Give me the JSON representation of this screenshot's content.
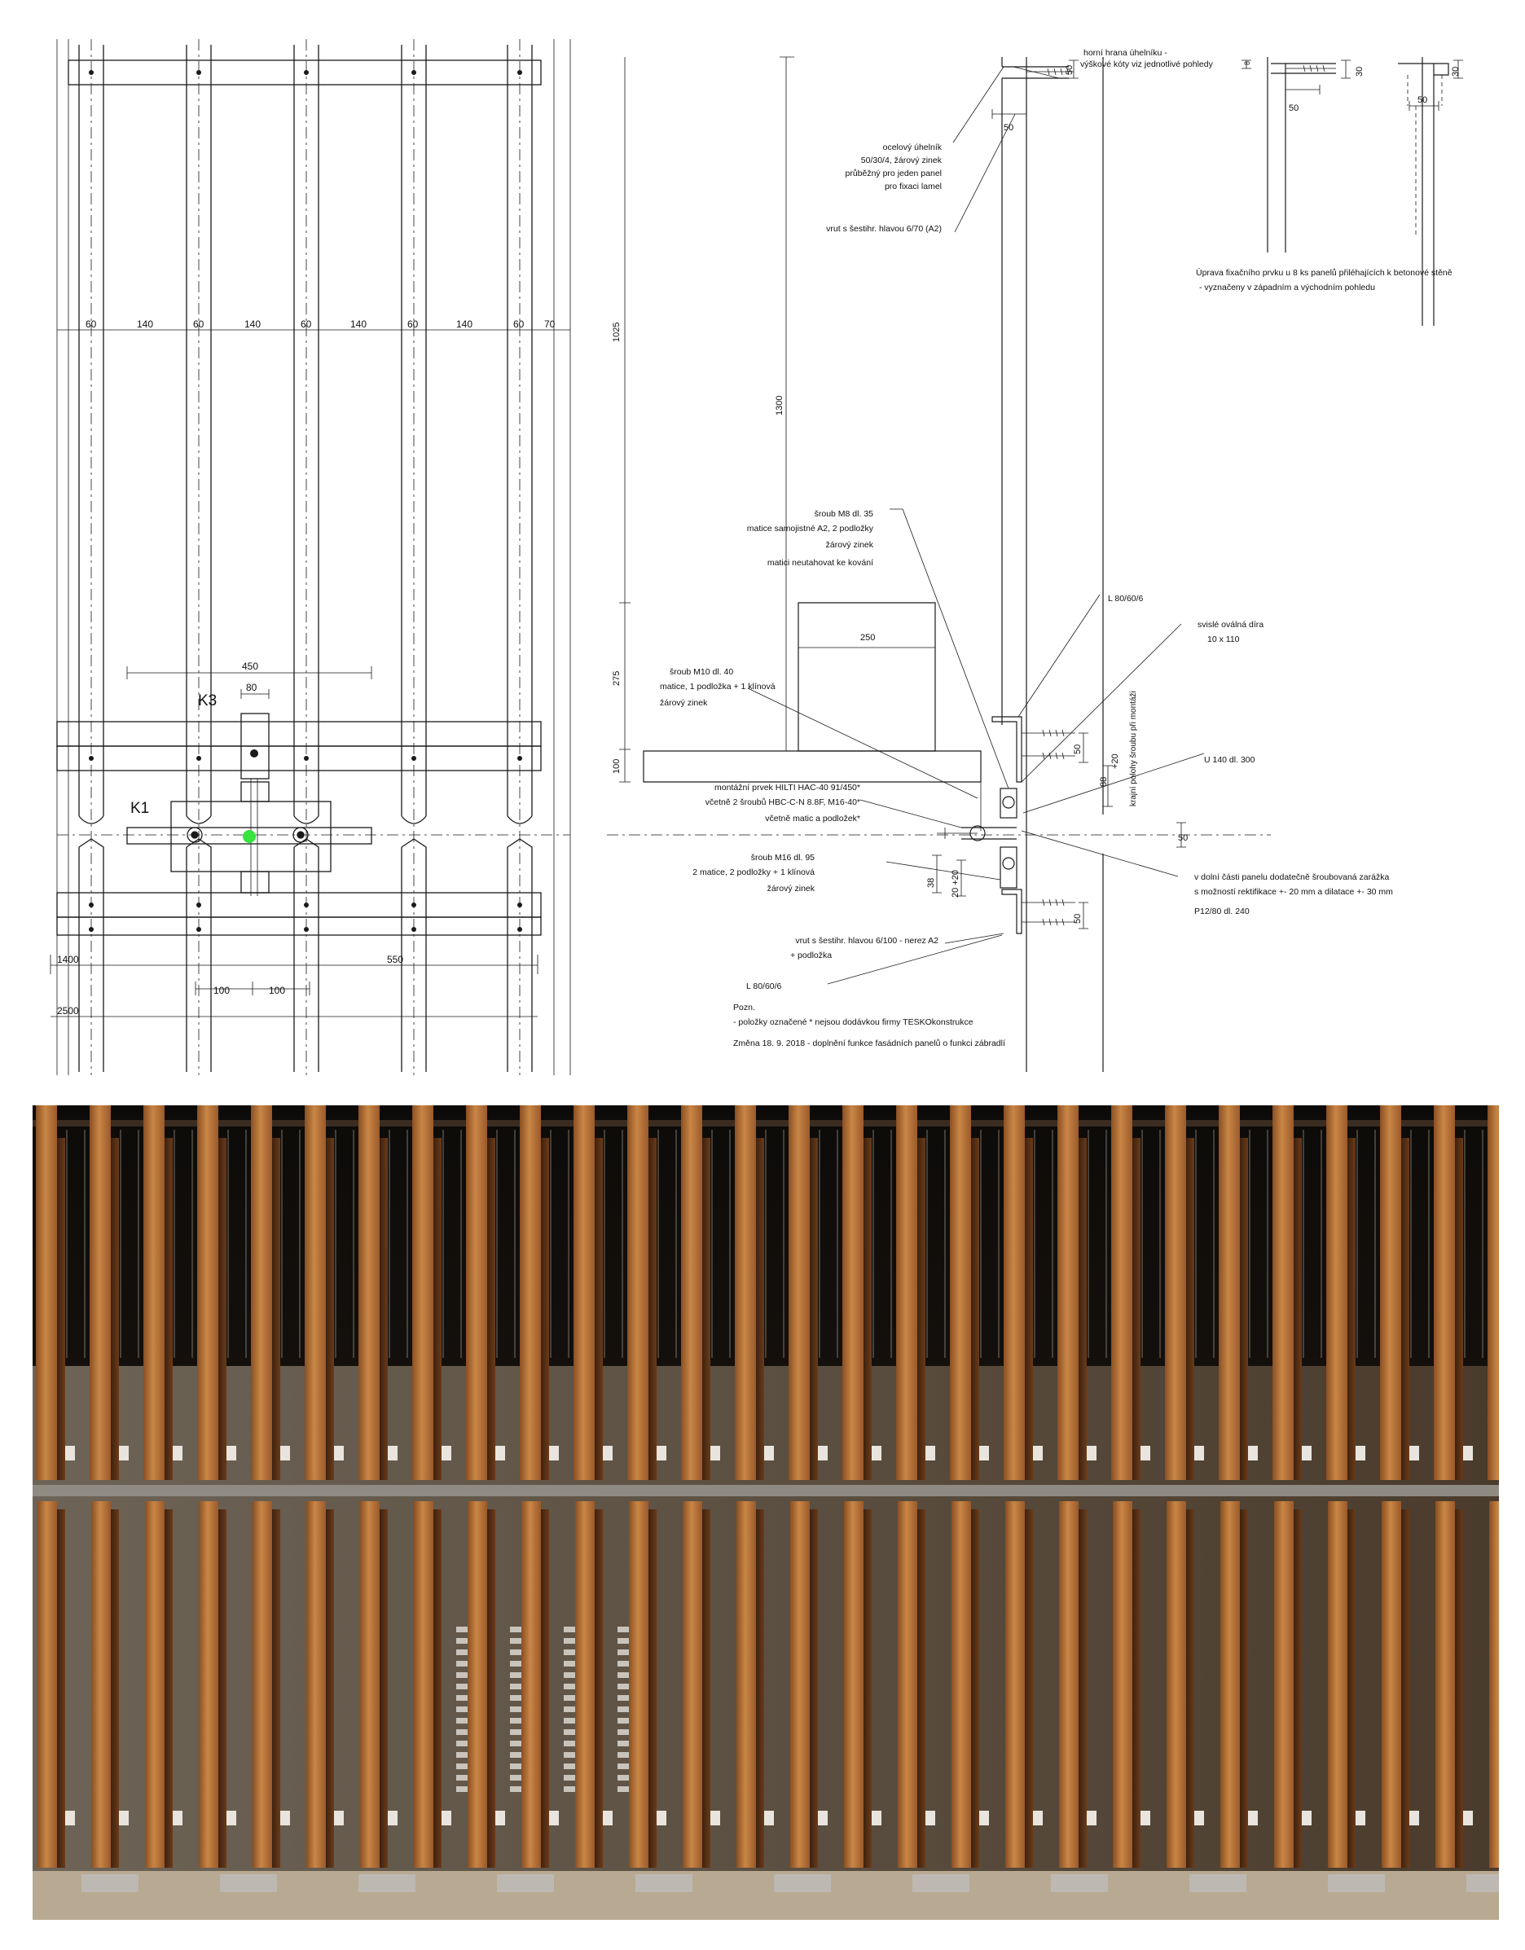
{
  "elevation": {
    "dims_top": [
      "60",
      "140",
      "60",
      "140",
      "60",
      "140",
      "60",
      "140",
      "60",
      "70"
    ],
    "dim_450": "450",
    "dim_80": "80",
    "label_k3": "K3",
    "label_k1": "K1",
    "dim_1400": "1400",
    "dim_550": "550",
    "dim_2500": "2500",
    "dim_100a": "100",
    "dim_100b": "100"
  },
  "section": {
    "dim_1025": "1025",
    "dim_1300": "1300",
    "dim_275": "275",
    "dim_100": "100",
    "dim_250": "250",
    "dim_50_top": "50",
    "dim_50_a": "50",
    "dim_50_b": "50",
    "dim_50_c": "50",
    "dim_88": "88",
    "dim_plus20a": "+20",
    "dim_38": "38",
    "dim_20_plus20": "20  +20",
    "dim_plus20b": "+20",
    "note_top": [
      "horní hrana úhelníku -",
      "výškové kóty viz jednotlivé pohledy"
    ],
    "note_angle": [
      "ocelový úhelník",
      "50/30/4, žárový zinek",
      "průběžný pro jeden panel",
      "pro fixaci lamel"
    ],
    "note_screw_top": "vrut s šestihr. hlavou 6/70 (A2)",
    "note_m8": [
      "šroub M8 dl. 35",
      "matice samojistné A2, 2 podložky",
      "žárový zinek",
      "matici neutahovat ke kování"
    ],
    "note_l80_top": "L 80/60/6",
    "note_oval": [
      "svislé oválná díra",
      "10 x 110"
    ],
    "note_m10": [
      "šroub M10 dl. 40",
      "matice, 1 podložka + 1 klínová",
      "žárový zinek"
    ],
    "note_u140": "U 140 dl. 300",
    "note_hilti": [
      "montážní prvek HILTI HAC-40 91/450*",
      "včetně 2 šroubů HBC-C-N 8.8F, M16-40*",
      "včetně matic a podložek*"
    ],
    "note_rotated": "krajní polohy šroubu při montáži",
    "note_m16": [
      "šroub M16 dl. 95",
      "2 matice, 2 podložky + 1 klínová",
      "žárový zinek"
    ],
    "note_lower": [
      "v dolní části panelu dodatečně šroubovaná zarážka",
      "s možností rektifikace +- 20 mm a dilatace +- 30 mm",
      "P12/80 dl. 240"
    ],
    "note_screw_bottom": [
      "vrut s šestihr. hlavou 6/100 - nerez A2",
      "+ podložka"
    ],
    "note_l80_bottom": "L 80/60/6",
    "poznamka": [
      "Pozn.",
      "- položky označené * nejsou dodávkou firmy TESKOkonstrukce",
      "Změna 18. 9. 2018 - doplnění funkce fasádních panelů o funkci zábradlí"
    ]
  },
  "details": {
    "dim_30a": "30",
    "dim_50a": "50",
    "dim_30b": "30",
    "dim_50b": "50",
    "dim_8": "8",
    "note": [
      "Úprava fixačního prvku u 8 ks panelů přiléhajících k betonové stěně",
      "- vyznačeny v západním a východním pohledu"
    ]
  },
  "colors": {
    "line": "#1a1a1a",
    "marker": "#37e33d",
    "wood": "#b9763d",
    "concrete": "#a79a89"
  }
}
